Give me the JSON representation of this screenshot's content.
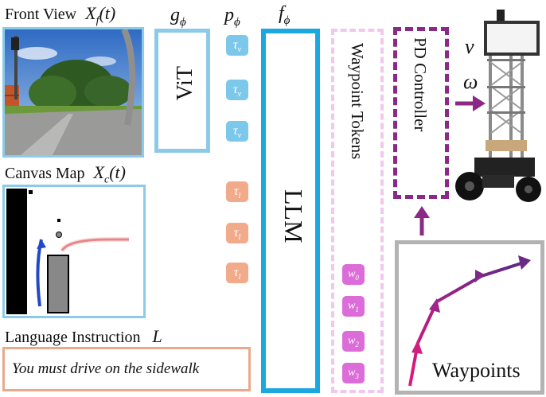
{
  "labels": {
    "front_view": "Front View",
    "front_view_sym": "X_f(t)",
    "canvas_map": "Canvas Map",
    "canvas_map_sym": "X_c(t)",
    "language_instruction": "Language Instruction",
    "language_sym": "L",
    "instruction_text": "You must drive on the sidewalk",
    "g_phi": "g_ϕ",
    "p_phi": "p_ϕ",
    "f_phi": "f_ϕ",
    "vit": "ViT",
    "llm": "LLM",
    "waypoint_tokens": "Waypoint Tokens",
    "pd_controller": "PD Controller",
    "v": "v",
    "omega": "ω",
    "waypoints": "Waypoints"
  },
  "tokens": {
    "visual": [
      "τ_v",
      "τ_v",
      "τ_v"
    ],
    "language": [
      "τ_l",
      "τ_l",
      "τ_l"
    ],
    "waypoint": [
      "w_0",
      "w_1",
      "w_2",
      "w_3"
    ]
  },
  "colors": {
    "light_blue": "#8ccbe8",
    "llm_blue": "#1ba8e0",
    "salmon": "#e9a98a",
    "pink_dashed": "#f0c8ee",
    "purple": "#8a2a86",
    "gray": "#b3b3b3",
    "magenta": "#e0187e"
  },
  "icons": [
    "front-camera-image",
    "canvas-map-image",
    "robot-image",
    "arrow-right-icon",
    "arrow-up-icon",
    "waypoint-trajectory"
  ]
}
